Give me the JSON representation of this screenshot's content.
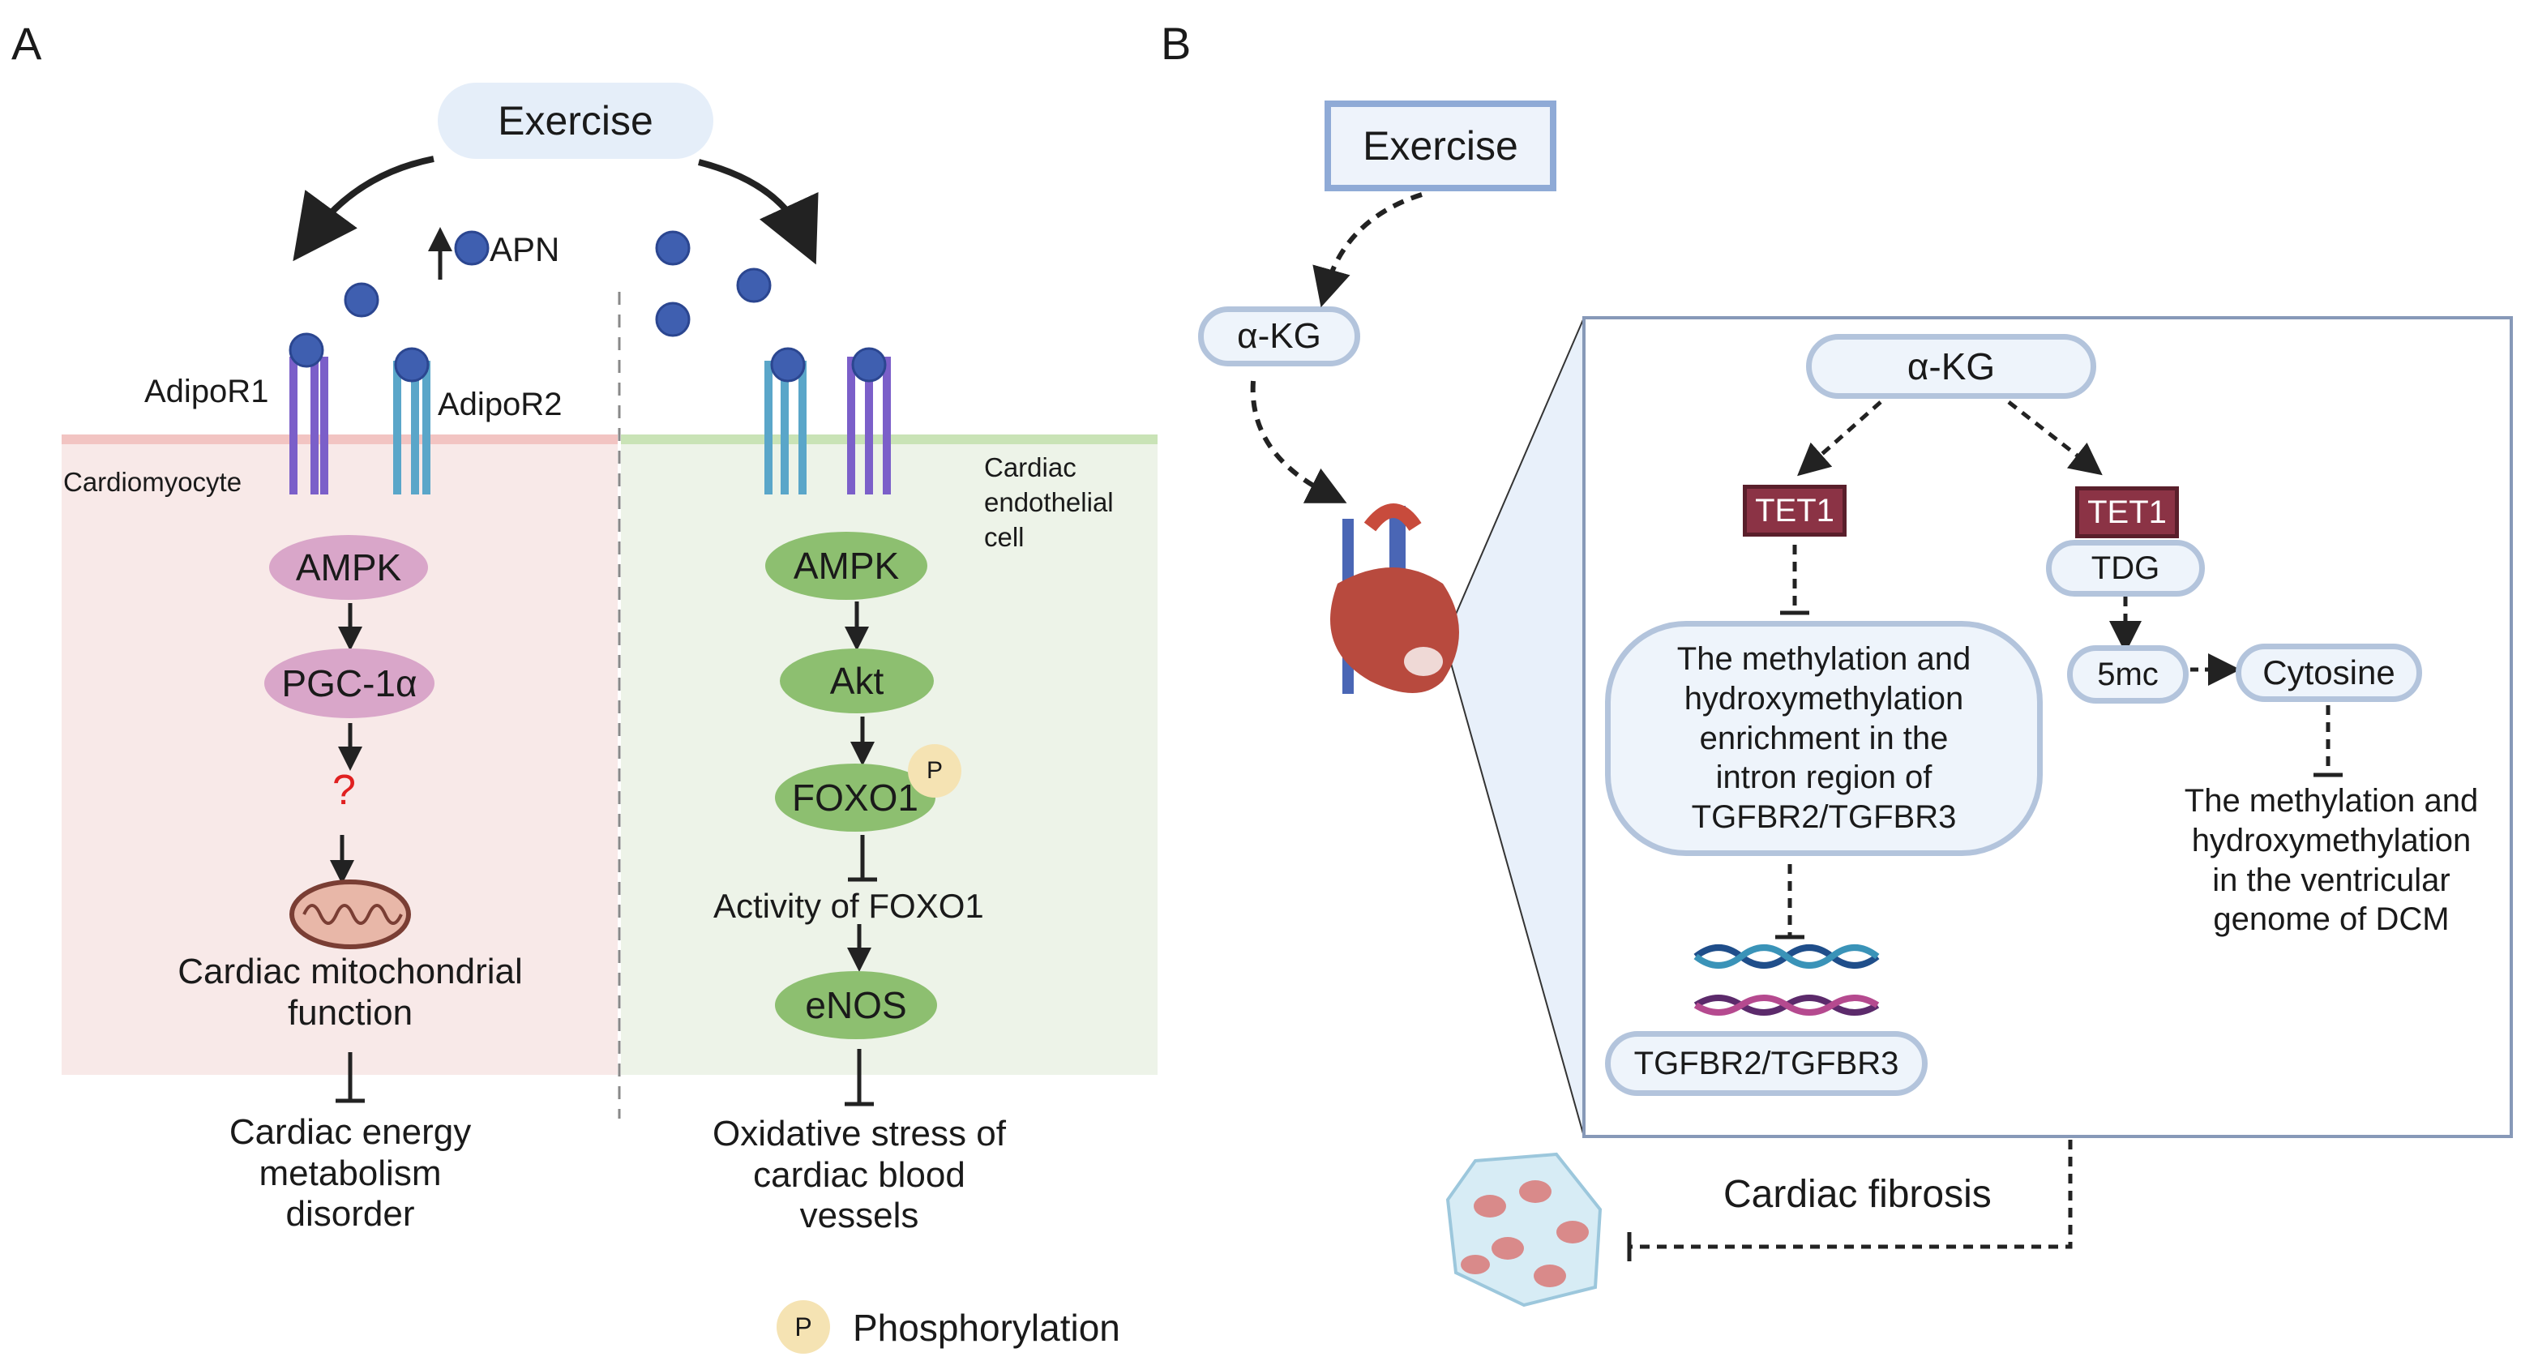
{
  "panel_a": {
    "label": "A",
    "exercise": "Exercise",
    "apn": "APN",
    "adipor1": "AdipoR1",
    "adipor2": "AdipoR2",
    "cardiomyocyte": "Cardiomyocyte",
    "endothelial": [
      "Cardiac",
      "endothelial",
      "cell"
    ],
    "left_path": {
      "ampk": "AMPK",
      "pgc": "PGC-1α",
      "unknown": "?",
      "mito_label": [
        "Cardiac mitochondrial",
        "function"
      ],
      "outcome": [
        "Cardiac energy",
        "metabolism",
        "disorder"
      ]
    },
    "right_path": {
      "ampk": "AMPK",
      "akt": "Akt",
      "foxo1": "FOXO1",
      "phospho_badge": "P",
      "activity": "Activity of FOXO1",
      "enos": "eNOS",
      "outcome": [
        "Oxidative stress of",
        "cardiac blood",
        "vessels"
      ]
    },
    "legend": {
      "badge": "P",
      "label": "Phosphorylation"
    }
  },
  "panel_b": {
    "label": "B",
    "exercise": "Exercise",
    "akg_outer": "α-KG",
    "akg_inner": "α-KG",
    "tet1_left": "TET1",
    "tet1_right": "TET1",
    "tdg": "TDG",
    "five_mc": "5mc",
    "cytosine": "Cytosine",
    "left_box": [
      "The methylation and",
      "hydroxymethylation",
      "enrichment in the",
      "intron region of",
      "TGFBR2/TGFBR3"
    ],
    "right_text": [
      "The methylation and",
      "hydroxymethylation",
      "in the ventricular",
      "genome of DCM"
    ],
    "tgfbr": "TGFBR2/TGFBR3",
    "fibrosis": "Cardiac fibrosis"
  },
  "colors": {
    "cardiomyocyte_bg": "#f8e9e8",
    "endothelial_bg": "#edf3e8",
    "pink_node": "#d9a6c9",
    "green_node": "#8dbf70",
    "tet1": "#8b3345",
    "pill_border": "#b3c4dc",
    "pill_fill": "#eef4fb",
    "badge": "#f5e3b3"
  }
}
